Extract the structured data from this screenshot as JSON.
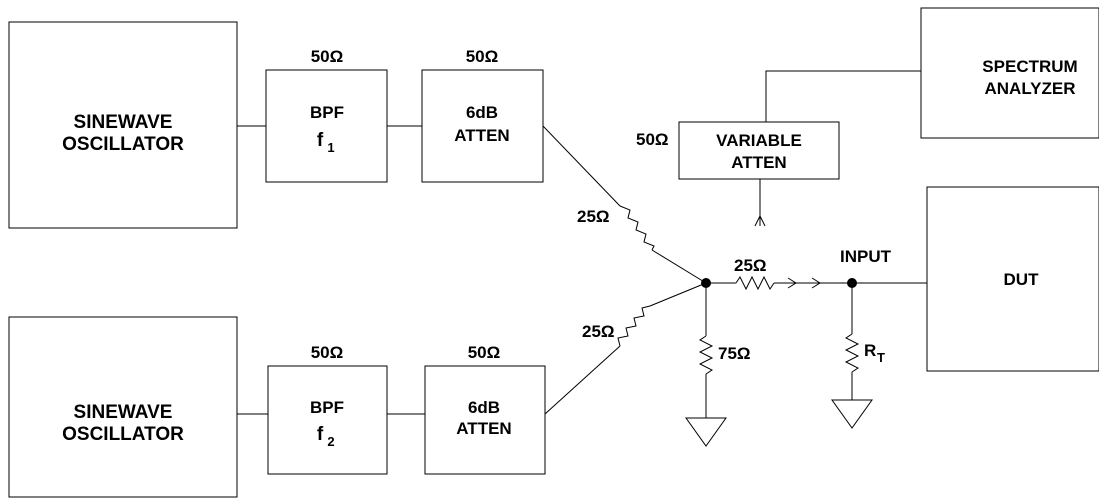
{
  "blocks": {
    "osc1": {
      "line1": "SINEWAVE",
      "line2": "OSCILLATOR"
    },
    "osc2": {
      "line1": "SINEWAVE",
      "line2": "OSCILLATOR"
    },
    "bpf1": {
      "line1": "BPF",
      "freq_main": "f",
      "freq_sub": "1",
      "impedance": "50Ω"
    },
    "bpf2": {
      "line1": "BPF",
      "freq_main": "f",
      "freq_sub": "2",
      "impedance": "50Ω"
    },
    "atten1": {
      "line1": "6dB",
      "line2": "ATTEN",
      "impedance": "50Ω"
    },
    "atten2": {
      "line1": "6dB",
      "line2": "ATTEN",
      "impedance": "50Ω"
    },
    "var_atten": {
      "line1": "VARIABLE",
      "line2": "ATTEN",
      "impedance": "50Ω"
    },
    "spectrum": {
      "line1": "SPECTRUM",
      "line2": "ANALYZER"
    },
    "dut": {
      "label": "DUT"
    }
  },
  "resistors": {
    "r_upper": "25Ω",
    "r_lower": "25Ω",
    "r_series": "25Ω",
    "r_shunt": "75Ω",
    "r_term_main": "R",
    "r_term_sub": "T"
  },
  "labels": {
    "input": "INPUT"
  }
}
